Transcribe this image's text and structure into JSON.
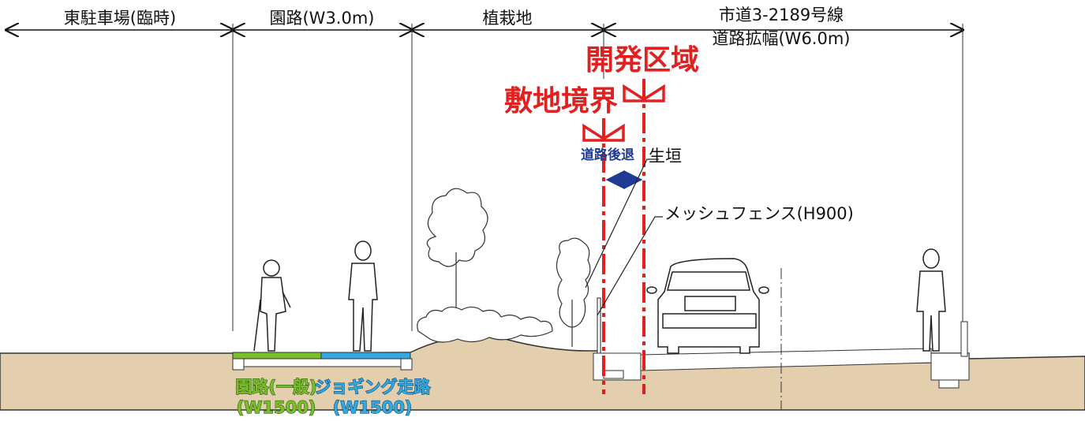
{
  "dimension_labels": {
    "parking": "東駐車場(臨時)",
    "park_path": "園路(W3.0m)",
    "planting": "植栽地",
    "city_road": "市道3-2189号線",
    "road_widening": "道路拡幅(W6.0m)"
  },
  "boundaries": {
    "development_area": "開発区域",
    "site_boundary": "敷地境界",
    "road_setback": "道路後退"
  },
  "annotations": {
    "hedge": "生垣",
    "mesh_fence": "メッシュフェンス(H900)"
  },
  "path_legend": {
    "general_label": "園路(一般)",
    "general_width": "(W1500)",
    "jogging_label": "ジョギング走路",
    "jogging_width": "(W1500)"
  },
  "colors": {
    "boundary_red": "#e32020",
    "setback_blue": "#1f3a93",
    "ground": "#e3cfad",
    "general_path_green": "#7bbf2a",
    "jogging_path_blue": "#31a9e1"
  }
}
